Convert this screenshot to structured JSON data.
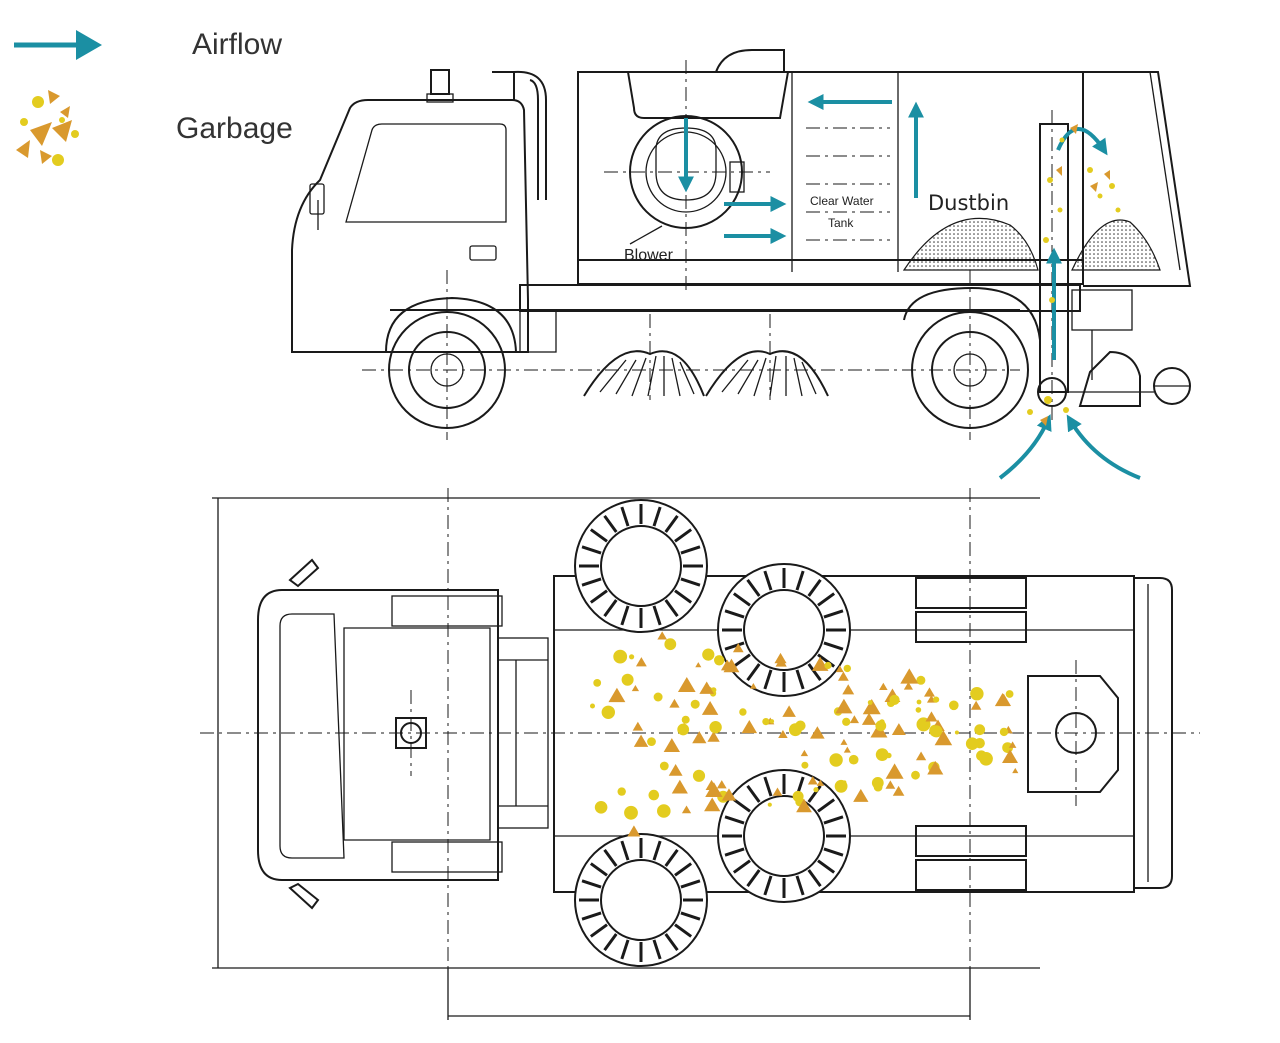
{
  "legend": {
    "airflow_label": "Airflow",
    "garbage_label": "Garbage"
  },
  "side_view": {
    "clear_water_line1": "Clear Water",
    "clear_water_line2": "Tank",
    "blower_label": "Blower",
    "dustbin_label": "Dustbin"
  },
  "colors": {
    "airflow": "#1b8fa3",
    "garbage_yellow": "#e3cc1f",
    "garbage_orange": "#d9992e",
    "line": "#1a1a1a"
  }
}
